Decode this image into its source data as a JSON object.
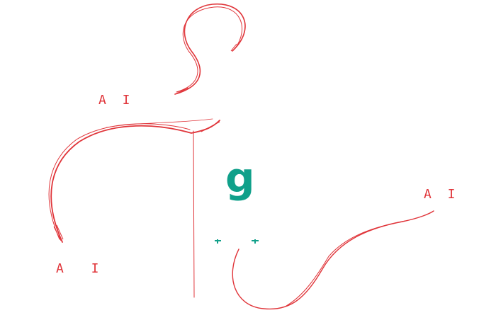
{
  "labels": {
    "top_left": "A I",
    "bottom_left": "A I",
    "right": "A I"
  },
  "glyph": "g",
  "colors": {
    "stroke": "#e0353a",
    "accent": "#10a08a",
    "background": "#ffffff"
  },
  "icons": [
    "curved-line",
    "partial-logo-glyph"
  ]
}
